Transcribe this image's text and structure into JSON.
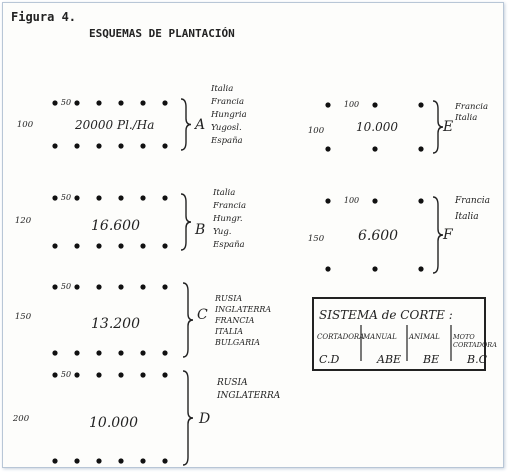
{
  "figure": {
    "label": "Figura 4.",
    "title": "ESQUEMAS DE PLANTACIÓN"
  },
  "schemes": [
    {
      "letter": "A",
      "row_spacing": "50",
      "col_spacing": "100",
      "density": "20000 Pl./Ha",
      "countries": [
        "Italia",
        "Francia",
        "Hungria",
        "Yugosl.",
        "España"
      ]
    },
    {
      "letter": "B",
      "row_spacing": "50",
      "col_spacing": "120",
      "density": "16.600",
      "countries": [
        "Italia",
        "Francia",
        "Hungr.",
        "Yug.",
        "España"
      ]
    },
    {
      "letter": "C",
      "row_spacing": "50",
      "col_spacing": "150",
      "density": "13.200",
      "countries": [
        "RUSIA",
        "INGLATERRA",
        "FRANCIA",
        "ITALIA",
        "BULGARIA"
      ]
    },
    {
      "letter": "D",
      "row_spacing": "50",
      "col_spacing": "200",
      "density": "10.000",
      "countries": [
        "RUSIA",
        "INGLATERRA"
      ]
    },
    {
      "letter": "E",
      "row_spacing": "100",
      "col_spacing": "100",
      "density": "10.000",
      "countries": [
        "Francia",
        "Italia"
      ]
    },
    {
      "letter": "F",
      "row_spacing": "100",
      "col_spacing": "150",
      "density": "6.600",
      "countries": [
        "Francia",
        "Italia"
      ]
    }
  ],
  "cutting": {
    "title": "SISTEMA de CORTE :",
    "columns": [
      {
        "header": "CORTADORA",
        "value": "C.D"
      },
      {
        "header": "MANUAL",
        "value": "ABE"
      },
      {
        "header": "ANIMAL",
        "value": "BE"
      },
      {
        "header": "MOTO CORTADORA",
        "value": "B.C"
      }
    ]
  }
}
